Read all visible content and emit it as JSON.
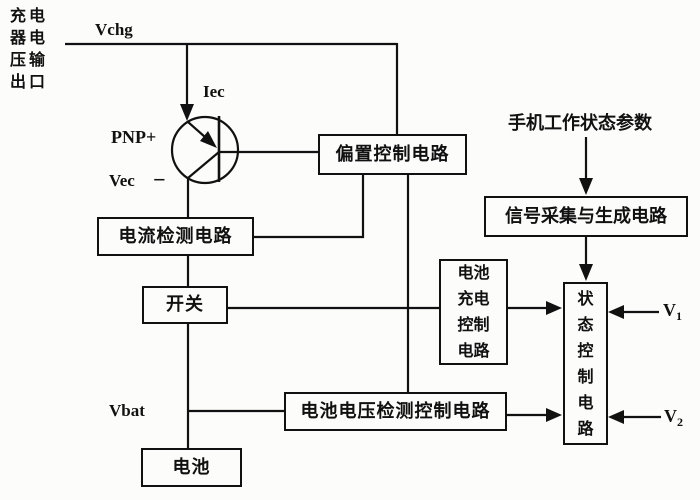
{
  "page": {
    "background": "#fcfcfb",
    "ink": "#111111"
  },
  "labels": {
    "charger_outlet": "充电\n器电\n压输\n出口",
    "vchg": "Vchg",
    "iec": "Iec",
    "pnp": "PNP+",
    "vec": "Vec",
    "minus": "−",
    "vbat": "Vbat",
    "phone_status_params": "手机工作状态参数",
    "v1": {
      "base": "V",
      "sub": "1"
    },
    "v2": {
      "base": "V",
      "sub": "2"
    }
  },
  "blocks": {
    "bias_control": "偏置控制电路",
    "current_detect": "电流检测电路",
    "switch": "开关",
    "battery": "电池",
    "batt_voltage_detect": "电池电压检测控制电路",
    "batt_charge_control": "电池\n充电\n控制\n电路",
    "signal_acquisition": "信号采集与生成电路",
    "status_control": "状\n态\n控\n制\n电\n路"
  }
}
